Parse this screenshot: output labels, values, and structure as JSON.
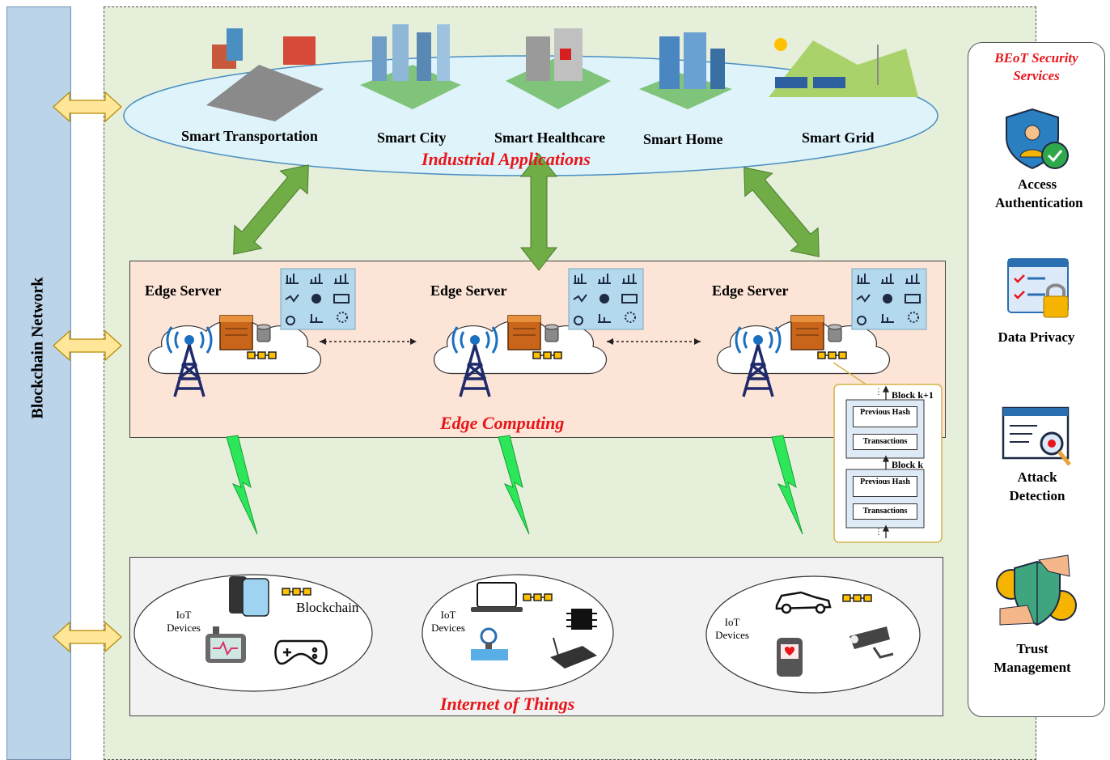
{
  "blockchain": {
    "label": "Blockchain Network"
  },
  "applications": {
    "items": [
      "Smart Transportation",
      "Smart City",
      "Smart Healthcare",
      "Smart Home",
      "Smart Grid"
    ],
    "layer_label": "Industrial Applications"
  },
  "edge": {
    "server_label": "Edge Server",
    "layer_label": "Edge Computing"
  },
  "block_detail": {
    "block_next": "Block k+1",
    "block_k": "Block k",
    "previous_hash": "Previous Hash",
    "transactions": "Transactions",
    "ellipsis": "⋮"
  },
  "iot": {
    "devices_label": "IoT Devices",
    "blockchain_label": "Blockchain",
    "layer_label": "Internet of Things"
  },
  "services": {
    "title": "BEoT Security Services",
    "items": [
      "Access Authentication",
      "Data Privacy",
      "Attack Detection",
      "Trust Management"
    ]
  },
  "colors": {
    "blockchain_bar": "#bcd4ea",
    "main_area": "#e6efd9",
    "edge_box": "#fce4d6",
    "iot_box": "#f2f2f2",
    "ellipse": "#dff3fb",
    "accent_red": "#e8161b",
    "arrow_green": "#70ad47",
    "arrow_yellow": "#ffe699",
    "lightning": "#2ee65a"
  }
}
